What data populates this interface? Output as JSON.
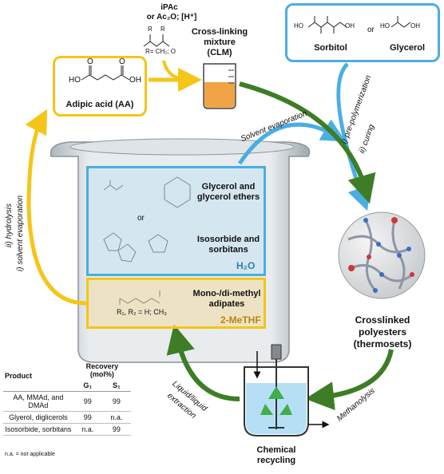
{
  "reagents": {
    "line1": "iPAc",
    "line2": "or Ac₂O; [H⁺]",
    "r_group": "R= CH₂; O",
    "r_label": "R"
  },
  "clm": {
    "line1": "Cross-linking",
    "line2": "mixture",
    "line3": "(CLM)"
  },
  "adipic": {
    "label": "Adipic acid (AA)",
    "atoms": {
      "ho": "HO",
      "oh": "OH",
      "o": "O"
    }
  },
  "polyols": {
    "sorbitol": "Sorbitol",
    "glycerol": "Glycerol",
    "or": "or",
    "oh": "OH",
    "ho": "HO"
  },
  "arrows": {
    "solvent_evaporation": "Solvent evaporation",
    "pre_polymerization": "i) pre-polymerization",
    "curing": "ii) curing",
    "left_i": "i) solvent evaporation",
    "left_ii": "ii) hydrolysis",
    "methanolysis": "Methanolysis",
    "liquid_extraction_1": "Liquid/liquid",
    "liquid_extraction_2": "extraction"
  },
  "aqueous": {
    "glycerol_ethers_1": "Glycerol and",
    "glycerol_ethers_2": "glycerol ethers",
    "or": "or",
    "isosorbide_1": "Isosorbide and",
    "isosorbide_2": "sorbitans",
    "phase": "H₂O"
  },
  "organic": {
    "adipates_1": "Mono-/di-methyl",
    "adipates_2": "adipates",
    "r_def": "R₁, R₂ = H; CH₃",
    "phase": "2-MeTHF"
  },
  "thermoset": {
    "line1": "Crosslinked",
    "line2": "polyesters",
    "line3": "(thermosets)"
  },
  "reactor": {
    "line1": "Chemical",
    "line2": "recycling"
  },
  "table": {
    "headers": {
      "product": "Product",
      "recovery": "Recovery (mol%)",
      "g1": "G₁",
      "s1": "S₁"
    },
    "rows": [
      {
        "product": "AA, MMAd, and DMAd",
        "g1": "99",
        "s1": "99"
      },
      {
        "product": "Glyerol, diglicerols",
        "g1": "99",
        "s1": "n.a."
      },
      {
        "product": "Isosorbide, sorbitans",
        "g1": "n.a.",
        "s1": "99"
      }
    ],
    "note": "n.a. = not applicable"
  },
  "colors": {
    "yellow": "#f5c518",
    "blue": "#4aaee2",
    "green": "#3c7d26",
    "orange": "#f0a446"
  }
}
